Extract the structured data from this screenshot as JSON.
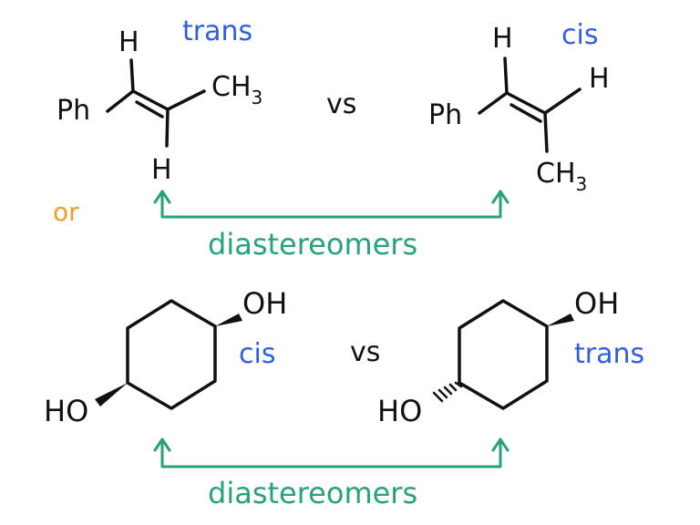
{
  "colors": {
    "blue": "#2f5fe0",
    "green": "#27a27a",
    "orange": "#f39c2a",
    "ink": "#111111"
  },
  "top": {
    "trans_label": "trans",
    "cis_label": "cis",
    "vs": "vs",
    "left": {
      "ph": "Ph",
      "h_top": "H",
      "h_bottom": "H",
      "ch": "CH",
      "sub3": "3"
    },
    "right": {
      "ph": "Ph",
      "h_top": "H",
      "h_right": "H",
      "ch": "CH",
      "sub3": "3"
    },
    "diastereomers": "diastereomers"
  },
  "or_label": "or",
  "bottom": {
    "cis_label": "cis",
    "trans_label": "trans",
    "vs": "vs",
    "left": {
      "oh": "OH",
      "ho": "HO"
    },
    "right": {
      "oh": "OH",
      "ho": "HO"
    },
    "diastereomers": "diastereomers"
  }
}
